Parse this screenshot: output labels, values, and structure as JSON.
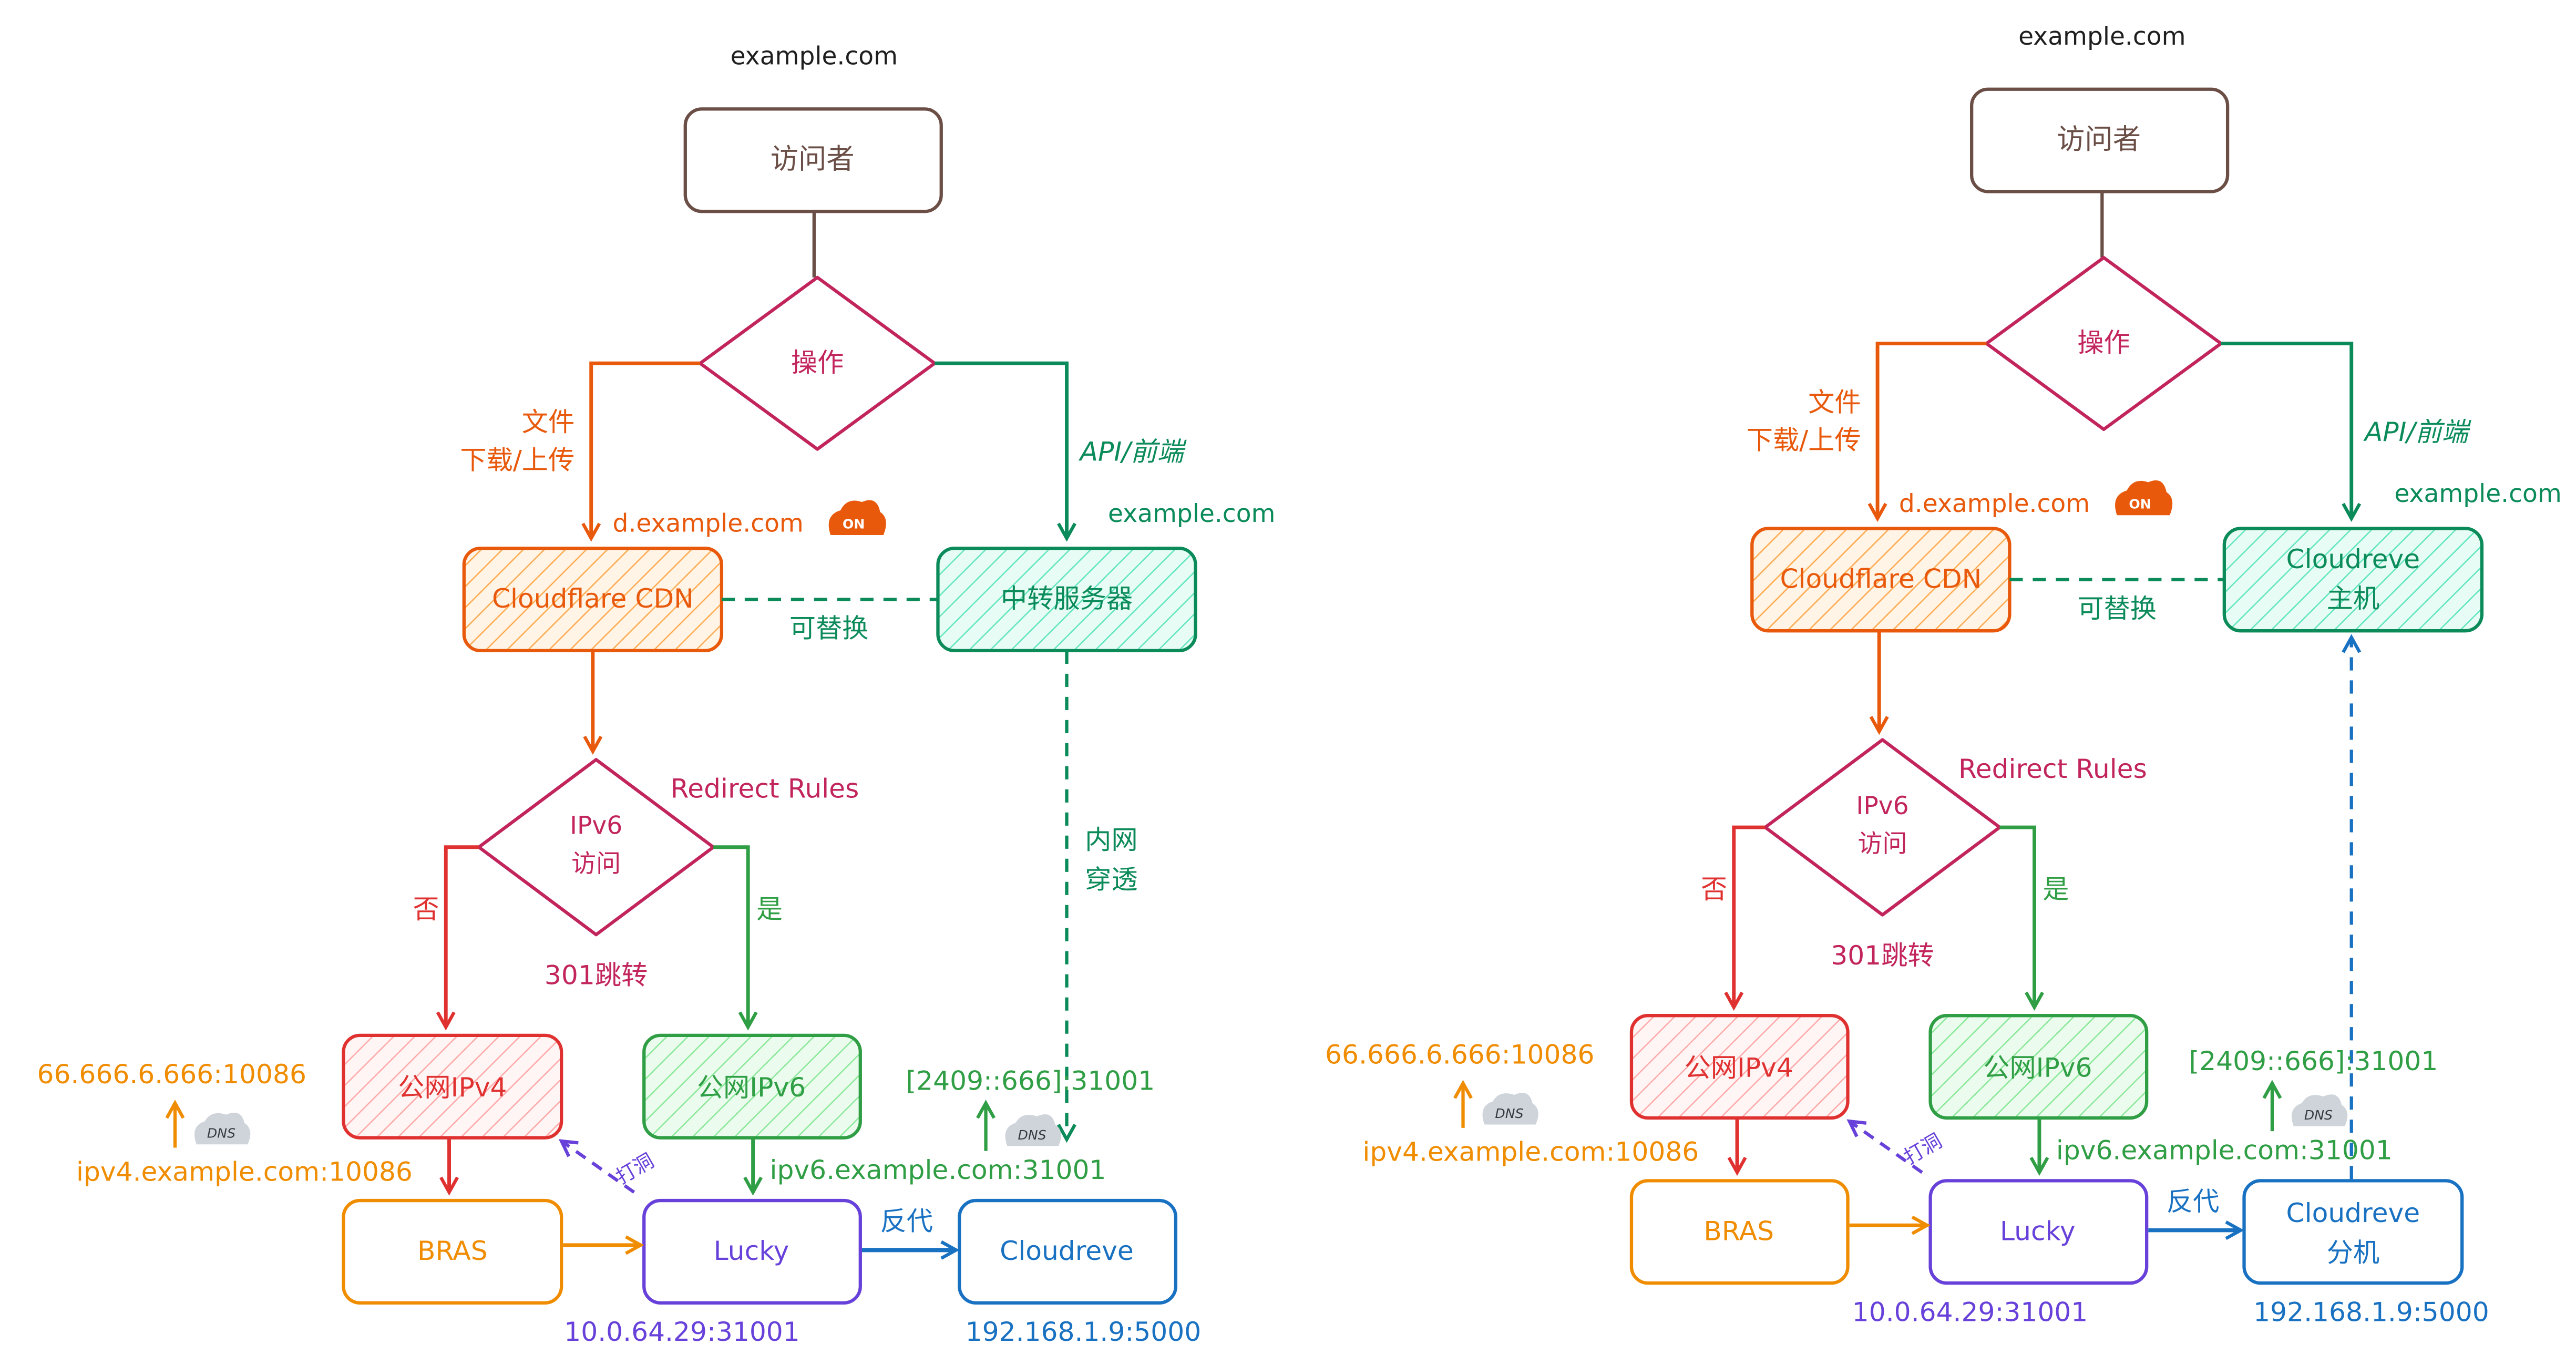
{
  "colors": {
    "brown": "#6b4f47",
    "crimson": "#c2255c",
    "orange": "#e8590c",
    "teal": "#0c8b5a",
    "red": "#e03131",
    "green": "#2f9e44",
    "purple": "#6741d9",
    "amber": "#f08c00",
    "blue": "#1971c2",
    "cloud_gray": "#ced4da",
    "cloud_text": "#343a40"
  },
  "left": {
    "domain_top": "example.com",
    "visitor": "访问者",
    "operation": "操作",
    "branch_file_line1": "文件",
    "branch_file_line2": "下载/上传",
    "branch_api": "API/前端",
    "cdn_domain": "d.example.com",
    "on_badge": "ON",
    "relay_domain": "example.com",
    "cdn": "Cloudflare CDN",
    "relay": "中转服务器",
    "replaceable": "可替换",
    "redirect_rules": "Redirect Rules",
    "ipv6_line1": "IPv6",
    "ipv6_line2": "访问",
    "no": "否",
    "yes": "是",
    "redirect_301": "301跳转",
    "tunnel_line1": "内网",
    "tunnel_line2": "穿透",
    "ipv4_public": "公网IPv4",
    "ipv6_public": "公网IPv6",
    "ipv4_addr": "66.666.6.666:10086",
    "ipv4_domain": "ipv4.example.com:10086",
    "dns": "DNS",
    "ipv6_addr": "[2409::666]:31001",
    "ipv6_domain": "ipv6.example.com:31001",
    "hole_punch": "打洞",
    "bras": "BRAS",
    "lucky": "Lucky",
    "reverse_proxy": "反代",
    "cloudreve": "Cloudreve",
    "lucky_addr": "10.0.64.29:31001",
    "cloudreve_addr": "192.168.1.9:5000"
  },
  "right": {
    "domain_top": "example.com",
    "visitor": "访问者",
    "operation": "操作",
    "branch_file_line1": "文件",
    "branch_file_line2": "下载/上传",
    "branch_api": "API/前端",
    "cdn_domain": "d.example.com",
    "on_badge": "ON",
    "host_domain": "example.com",
    "cdn": "Cloudflare CDN",
    "host_line1": "Cloudreve",
    "host_line2": "主机",
    "replaceable": "可替换",
    "redirect_rules": "Redirect Rules",
    "ipv6_line1": "IPv6",
    "ipv6_line2": "访问",
    "no": "否",
    "yes": "是",
    "redirect_301": "301跳转",
    "ipv4_public": "公网IPv4",
    "ipv6_public": "公网IPv6",
    "ipv4_addr": "66.666.6.666:10086",
    "ipv4_domain": "ipv4.example.com:10086",
    "dns": "DNS",
    "ipv6_addr": "[2409::666]:31001",
    "ipv6_domain": "ipv6.example.com:31001",
    "hole_punch": "打洞",
    "bras": "BRAS",
    "lucky": "Lucky",
    "reverse_proxy": "反代",
    "cloudreve_line1": "Cloudreve",
    "cloudreve_line2": "分机",
    "lucky_addr": "10.0.64.29:31001",
    "cloudreve_addr": "192.168.1.9:5000"
  }
}
